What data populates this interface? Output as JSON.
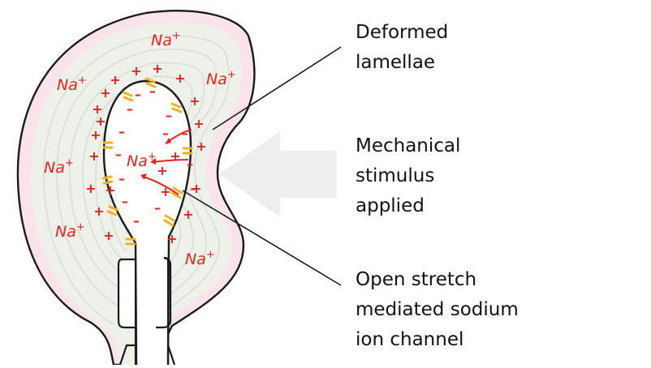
{
  "labels": {
    "deformed": "Deformed\nlamellae",
    "stimulus": "Mechanical\nstimulus\napplied",
    "channel": "Open stretch\nmediated sodium\nion channel"
  },
  "ions": {
    "sodium": "Na",
    "plus": "+",
    "minus": "–"
  },
  "colors": {
    "ion": "#e8231c",
    "channel": "#f2b21d",
    "outline": "#1a1a1a",
    "capsule_outer": "#fbe3ec",
    "capsule_inner": "#eef1e9",
    "arrow": "#eeeeee"
  }
}
